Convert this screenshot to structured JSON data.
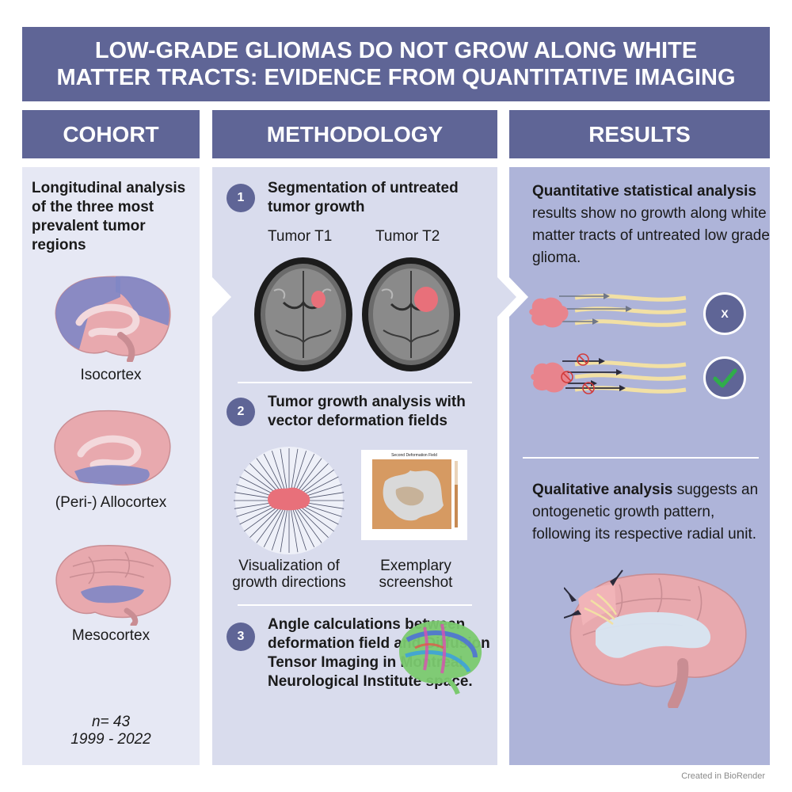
{
  "title": "LOW-GRADE GLIOMAS DO NOT GROW ALONG WHITE MATTER TRACTS: EVIDENCE FROM QUANTITATIVE IMAGING",
  "columns": {
    "cohort": "COHORT",
    "methodology": "METHODOLOGY",
    "results": "RESULTS"
  },
  "cohort": {
    "intro": "Longitudinal analysis of the three most prevalent tumor regions",
    "regions": [
      "Isocortex",
      "(Peri-) Allocortex",
      "Mesocortex"
    ],
    "n": "n= 43",
    "years": "1999 - 2022"
  },
  "methodology": {
    "step1": {
      "number": "1",
      "title": "Segmentation of untreated tumor growth",
      "label_t1": "Tumor T1",
      "label_t2": "Tumor T2"
    },
    "step2": {
      "number": "2",
      "title": "Tumor growth analysis with vector deformation fields",
      "caption_left": "Visualization of growth directions",
      "caption_right": "Exemplary screenshot",
      "screenshot_title": "Second Deformation Field"
    },
    "step3": {
      "number": "3",
      "title": "Angle calculations between deformation field and Diffusion Tensor Imaging in Montreal Neurological Institute space."
    }
  },
  "results": {
    "quant_bold": "Quantitative statistical analysis",
    "quant_rest": " results show no growth along white matter tracts of untreated low grade glioma.",
    "mark_x": "X",
    "qual_bold": "Qualitative analysis",
    "qual_rest": " suggests an ontogenetic growth pattern, following its respective radial unit."
  },
  "credit": "Created in BioRender",
  "colors": {
    "banner": "#5f6596",
    "cohort_bg": "#e6e8f4",
    "method_bg": "#d9dced",
    "results_bg": "#aeb4d9",
    "tumor": "#e8707a",
    "brain": "#e8a9ae",
    "region": "#7f86c5"
  }
}
